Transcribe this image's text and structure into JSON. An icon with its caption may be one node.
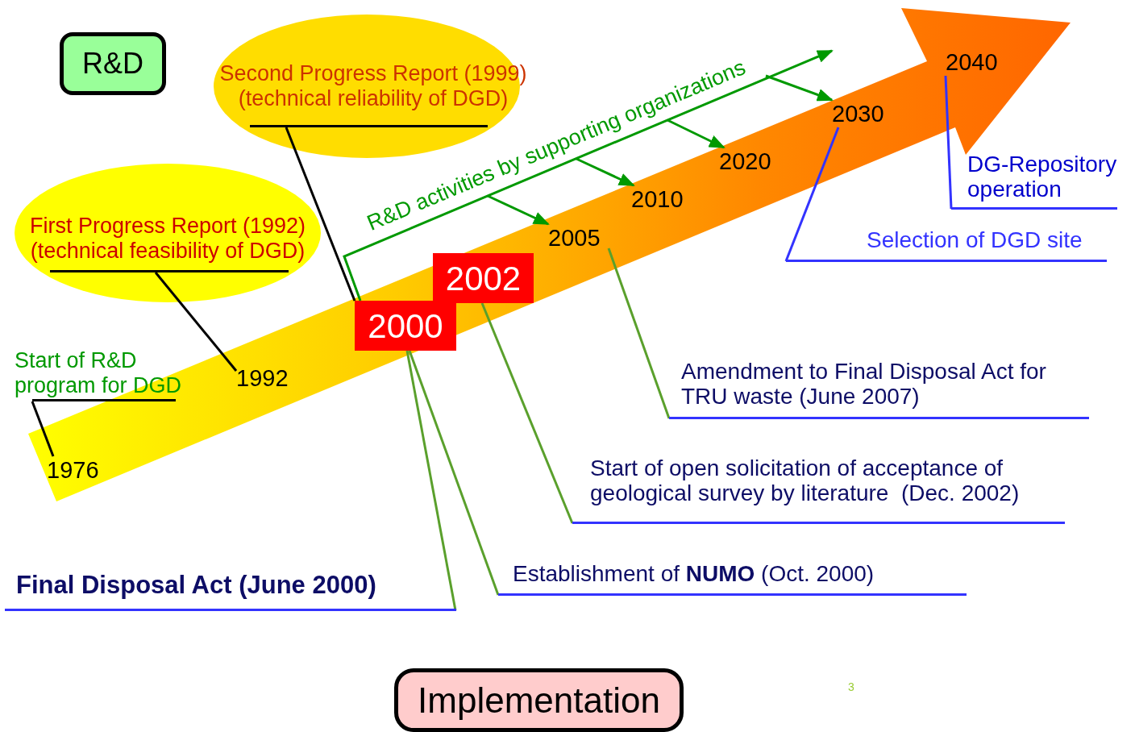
{
  "diagram": {
    "nodes": [
      {
        "text": [
          "R&D"
        ]
      },
      {
        "text": [
          "Second Progress Report (1999) (technical reliability of DGD)"
        ]
      },
      {
        "text": [
          "First Progress Report (1992) (technical feasibility of DGD)"
        ]
      },
      {
        "text": [
          "Start of R&D program for DGD"
        ]
      },
      {
        "text": [
          "1976"
        ]
      },
      {
        "text": [
          "1992"
        ]
      },
      {
        "text": [
          "2000"
        ]
      },
      {
        "text": [
          "2002"
        ]
      },
      {
        "text": [
          "2005"
        ]
      },
      {
        "text": [
          "2010"
        ]
      },
      {
        "text": [
          "2020"
        ]
      },
      {
        "text": [
          "2030"
        ]
      },
      {
        "text": [
          "2040"
        ]
      },
      {
        "text": [
          "R&D activities by supporting organizations"
        ]
      },
      {
        "text": [
          "DG-Repository operation"
        ]
      },
      {
        "text": [
          "Selection of DGD site"
        ]
      },
      {
        "text": [
          "Amendment to Final Disposal Act for TRU waste (June 2007)"
        ]
      },
      {
        "text": [
          "Start of open solicitation of acceptance of geological survey by literature  (Dec. 2002)"
        ]
      },
      {
        "text": [
          "Establishment of **NUMO** (Oct. 2000)"
        ]
      },
      {
        "text": [
          "Final Disposal Act (June 2000)"
        ]
      },
      {
        "text": [
          "Implementation"
        ]
      }
    ],
    "edges": [
      {
        "from": 3,
        "to": 4,
        "arrow": "none",
        "color": "#000000"
      },
      {
        "from": 2,
        "to": 5,
        "arrow": "none",
        "color": "#000000"
      },
      {
        "from": 1,
        "to": 6,
        "arrow": "none",
        "color": "#000000"
      },
      {
        "from": 6,
        "to": null,
        "arrow": "to"
      },
      {
        "from": 13,
        "to": 8,
        "arrow": "to"
      },
      {
        "from": 13,
        "to": 9,
        "arrow": "to"
      },
      {
        "from": 13,
        "to": 10,
        "arrow": "to"
      },
      {
        "from": 13,
        "to": 11,
        "arrow": "to"
      },
      {
        "from": 19,
        "to": 6,
        "arrow": "none",
        "color": "#5aa02c"
      },
      {
        "from": 18,
        "to": 6,
        "arrow": "none",
        "color": "#5aa02c"
      },
      {
        "from": 17,
        "to": 7,
        "arrow": "none",
        "color": "#5aa02c"
      },
      {
        "from": 16,
        "to": 8,
        "arrow": "none",
        "color": "#5aa02c"
      },
      {
        "from": 15,
        "to": 11,
        "arrow": "none",
        "color": "#3333ff"
      },
      {
        "from": 14,
        "to": 12,
        "arrow": "none",
        "color": "#3333ff"
      },
      {
        "from": 4,
        "to": 12,
        "arrow": "to",
        "style": "thick",
        "color": "#ff8800"
      }
    ],
    "labels": [
      "3"
    ]
  }
}
